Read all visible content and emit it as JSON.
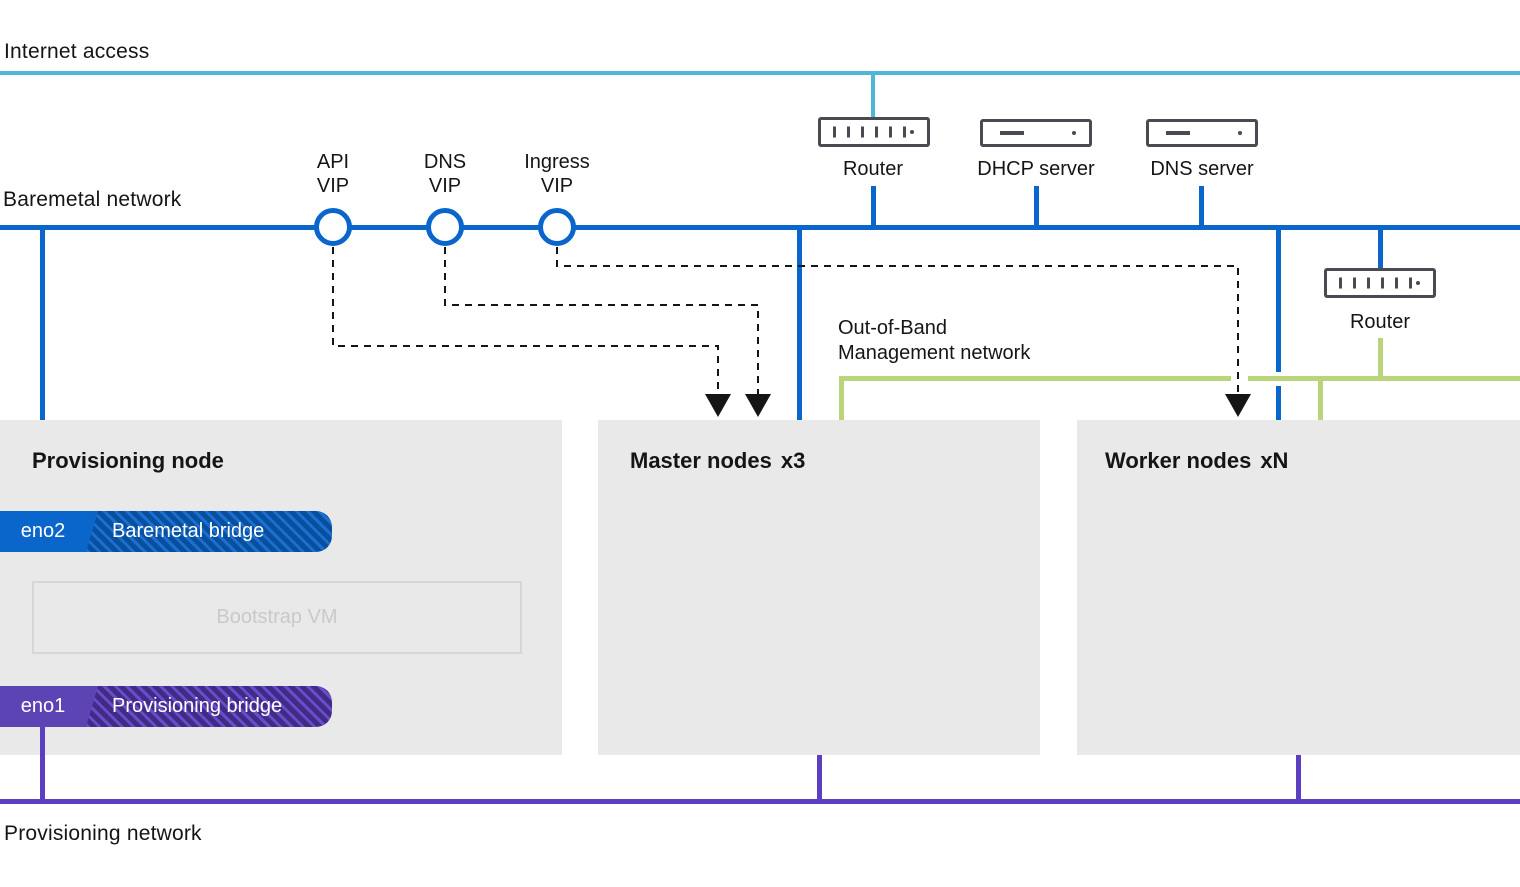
{
  "colors": {
    "internet": "#4FB6D6",
    "baremetal": "#0B66CC",
    "oob": "#B9D47B",
    "provisioning": "#5B3FC0",
    "text": "#151515",
    "node_box_bg": "#E9E9E9",
    "icon_stroke": "#4A4B52",
    "eno2_solid": "#0B66CC",
    "eno2_hatch_dark": "#084F9E",
    "eno2_hatch_light": "#1B6FD0",
    "eno1_solid": "#5D44B4",
    "eno1_hatch_dark": "#3F2C85",
    "eno1_hatch_light": "#6B4BCB",
    "bootstrap_border": "#D6D6D6",
    "bootstrap_text": "#C9C9C9"
  },
  "networks": {
    "internet": {
      "label": "Internet access"
    },
    "baremetal": {
      "label": "Baremetal network"
    },
    "oob": {
      "label_line1": "Out-of-Band",
      "label_line2": "Management network"
    },
    "provisioning": {
      "label": "Provisioning network"
    }
  },
  "vips": [
    {
      "line1": "API",
      "line2": "VIP"
    },
    {
      "line1": "DNS",
      "line2": "VIP"
    },
    {
      "line1": "Ingress",
      "line2": "VIP"
    }
  ],
  "devices": {
    "router_top": {
      "label": "Router"
    },
    "dhcp_server": {
      "label": "DHCP server"
    },
    "dns_server": {
      "label": "DNS server"
    },
    "router_oob": {
      "label": "Router"
    }
  },
  "nodes": {
    "provisioning": {
      "title": "Provisioning node",
      "interfaces": [
        {
          "name": "eno2",
          "bridge": "Baremetal bridge"
        },
        {
          "name": "eno1",
          "bridge": "Provisioning bridge"
        }
      ],
      "bootstrap_vm": "Bootstrap VM"
    },
    "master": {
      "title": "Master nodes",
      "multiplier": "x3"
    },
    "worker": {
      "title": "Worker nodes",
      "multiplier": "xN"
    }
  }
}
